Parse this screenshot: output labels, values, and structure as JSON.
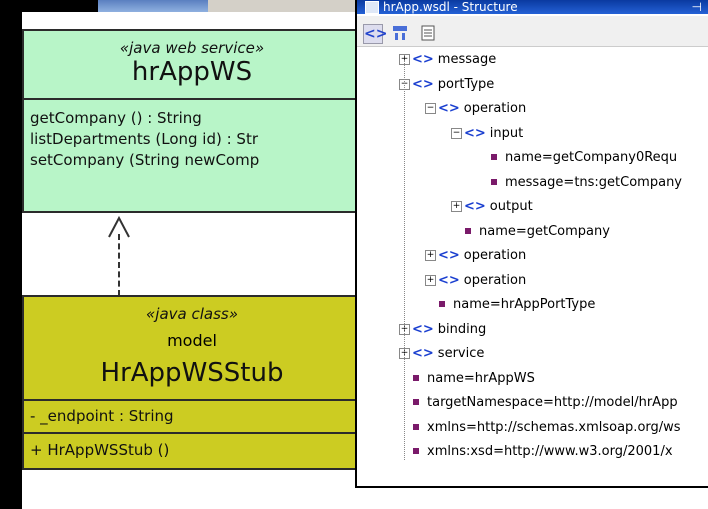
{
  "uml_webservice": {
    "stereotype": "«java web service»",
    "name": "hrAppWS",
    "operations": [
      "getCompany () : String",
      "listDepartments (Long id) : Str",
      "setCompany (String newComp"
    ]
  },
  "uml_stub": {
    "stereotype": "«java class»",
    "package": "model",
    "name": "HrAppWSStub",
    "attributes": [
      "- _endpoint  : String"
    ],
    "operations": [
      "+ HrAppWSStub ()"
    ]
  },
  "structure_window": {
    "title": "hrApp.wsdl - Structure",
    "pin": "⊣",
    "toolbar": {
      "source_icon": "<>",
      "hierarchy_icon": "tree-view-icon",
      "properties_icon": "properties-icon"
    },
    "tree": [
      {
        "label": "message",
        "kind": "element",
        "expander": "+",
        "indent": 0
      },
      {
        "label": "portType",
        "kind": "element",
        "expander": "−",
        "indent": 0
      },
      {
        "label": "operation",
        "kind": "element",
        "expander": "−",
        "indent": 1
      },
      {
        "label": "input",
        "kind": "element",
        "expander": "−",
        "indent": 2
      },
      {
        "label": "name=getCompany0Requ",
        "kind": "attribute",
        "indent": 3
      },
      {
        "label": "message=tns:getCompany",
        "kind": "attribute",
        "indent": 3
      },
      {
        "label": "output",
        "kind": "element",
        "expander": "+",
        "indent": 2
      },
      {
        "label": "name=getCompany",
        "kind": "attribute",
        "indent": 2
      },
      {
        "label": "operation",
        "kind": "element",
        "expander": "+",
        "indent": 1
      },
      {
        "label": "operation",
        "kind": "element",
        "expander": "+",
        "indent": 1
      },
      {
        "label": "name=hrAppPortType",
        "kind": "attribute",
        "indent": 1
      },
      {
        "label": "binding",
        "kind": "element",
        "expander": "+",
        "indent": 0
      },
      {
        "label": "service",
        "kind": "element",
        "expander": "+",
        "indent": 0
      },
      {
        "label": "name=hrAppWS",
        "kind": "attribute",
        "indent": 0
      },
      {
        "label": "targetNamespace=http://model/hrApp",
        "kind": "attribute",
        "indent": 0
      },
      {
        "label": "xmlns=http://schemas.xmlsoap.org/ws",
        "kind": "attribute",
        "indent": 0
      },
      {
        "label": "xmlns:xsd=http://www.w3.org/2001/x",
        "kind": "attribute",
        "indent": 0
      }
    ]
  },
  "colors": {
    "webservice_fill": "#b8f5c8",
    "stub_fill": "#cccc22",
    "element_icon": "#1a3fd0",
    "attribute_icon": "#7a1a6a",
    "titlebar": "#0a3aa0"
  }
}
